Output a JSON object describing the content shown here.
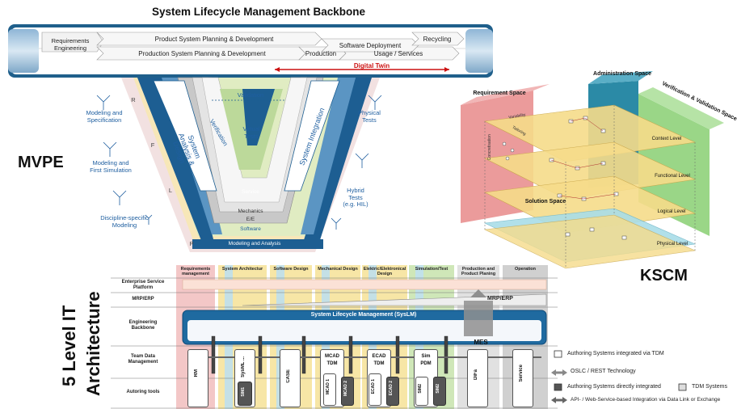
{
  "backbone": {
    "title": "System Lifecycle Management Backbone",
    "requirements": "Requirements\nEngineering",
    "product_planning": "Product System Planning & Development",
    "production_planning": "Production System Planning & Development",
    "software_deployment": "Software Deployment",
    "recycling": "Recycling",
    "production": "Production",
    "usage": "Usage / Services",
    "digital_twin": "Digital Twin"
  },
  "mvpe": {
    "label": "MVPE",
    "left_notes": [
      "Modeling and\nSpecification",
      "Modeling and\nFirst Simulation",
      "Discipline-specific\nModeling"
    ],
    "right_notes": [
      "Physical\nTests",
      "Hybrid\nTests\n(e.g. HIL)"
    ],
    "letters": [
      "R",
      "F",
      "L",
      "P"
    ],
    "validation": "Validation",
    "verification": "Verification",
    "virtual_tests": "Virtual\nTests",
    "system_analysis": "System\nAnalysis & Design",
    "system_integration": "System Integration",
    "layers": [
      "Service",
      "Mechanics",
      "E/E",
      "Software",
      "Modeling and Analysis"
    ]
  },
  "kscm": {
    "label": "KSCM",
    "requirement_space": "Requirement Space",
    "administration_space": "Administration Space",
    "vv_space": "Verification & Validation Space",
    "solution_space": "Solution Space",
    "levels": [
      "Context Level",
      "Functional Level",
      "Logical Level",
      "Physical Level"
    ],
    "axis_words": [
      "Concretisation",
      "Variability",
      "Tailoring"
    ]
  },
  "it_arch": {
    "label_line1": "5 Level IT",
    "label_line2": "Architecture",
    "columns": [
      "Requirements\nmanagement",
      "System Architectur",
      "Software Design",
      "Mechanical Design",
      "Elektric/Elektronical\nDesign",
      "Simulation/Test",
      "Production and\nProduct Planing",
      "Operation"
    ],
    "rows": [
      "Enterprise Service\nPlatform",
      "MRP/ERP",
      "Engineering\nBackbone",
      "Team Data\nManagement",
      "Autoring tools"
    ],
    "mrp_erp_box": "MRP/ERP",
    "syslm": "System Lifecycle Management (SysLM)",
    "mes": "MES",
    "tdm_cards": [
      "RM",
      "SysML ...",
      "CASE",
      "MCAD\nTDM",
      "ECAD\nTDM",
      "Sim\nPDM",
      "DiFa",
      "Service"
    ],
    "tools": [
      "SIM1",
      "MCAD 1",
      "MCAD 2",
      "ECAD 1",
      "ECAD 2",
      "SIM2",
      "SIM2"
    ],
    "legend": [
      "Authoring Systems integrated via TDM",
      "OSLC / REST Technology",
      "Authoring Systems directly integrated",
      "TDM Systems",
      "API- / Web-Service-based Integration via Data Link or Exchange"
    ]
  }
}
